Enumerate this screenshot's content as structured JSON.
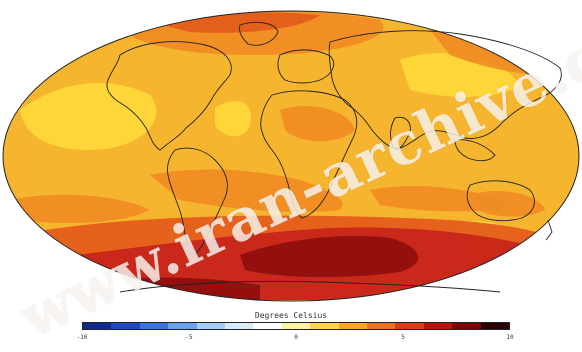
{
  "legend": {
    "title": "Degrees Celsius",
    "ticks": [
      "-10",
      "-5",
      "0",
      "5",
      "10"
    ],
    "colors": [
      "#102a8c",
      "#1f46c4",
      "#3a73e0",
      "#6aa2ef",
      "#a6cdf6",
      "#d8ebfb",
      "#ffffff",
      "#fff2a0",
      "#ffd34d",
      "#f7a52a",
      "#ee7320",
      "#dd3d14",
      "#b5160c",
      "#7a0808",
      "#2a0404"
    ]
  },
  "watermark": "www.iran-archive.com",
  "map": {
    "projection": "mollweide",
    "colors": {
      "base": "#f6b52e",
      "light": "#ffd93a",
      "orange": "#f08c25",
      "deep": "#e35a1b",
      "red": "#c8241a",
      "dark": "#8e0e0e",
      "coast": "#222222"
    }
  }
}
